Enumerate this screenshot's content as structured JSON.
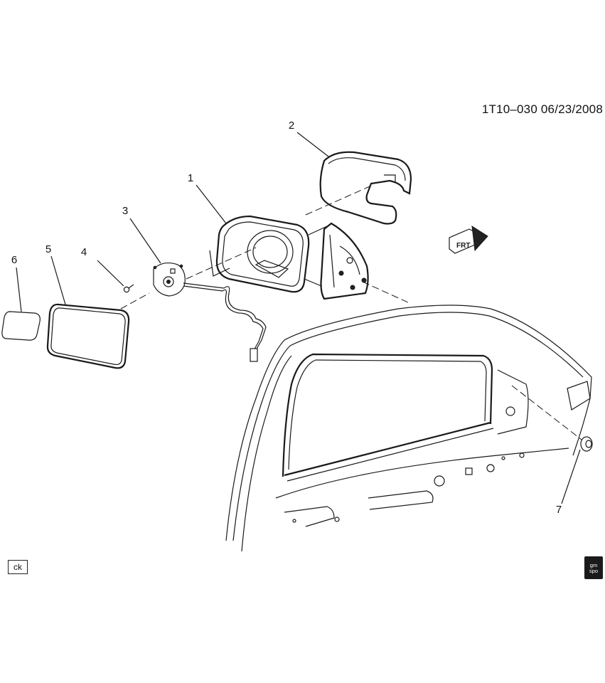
{
  "header": {
    "reference": "1T10–030  06/23/2008"
  },
  "callouts": [
    "1",
    "2",
    "3",
    "4",
    "5",
    "6",
    "7"
  ],
  "footer": {
    "code_box": "ck",
    "logo_line1": "gm",
    "logo_line2": "spo"
  },
  "icons": [
    "fr-arrow-icon",
    "gm-spo-logo-icon"
  ]
}
